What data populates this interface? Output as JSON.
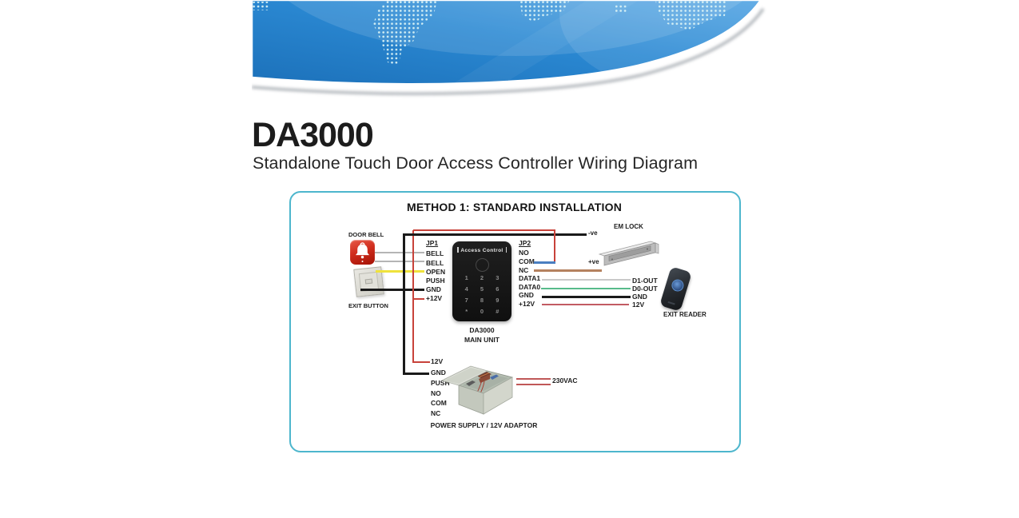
{
  "page": {
    "title": "DA3000",
    "subtitle": "Standalone Touch Door Access Controller Wiring Diagram"
  },
  "diagram": {
    "heading": "METHOD 1: STANDARD INSTALLATION",
    "door_bell_label": "DOOR BELL",
    "exit_button_label": "EXIT BUTTON",
    "jp1": {
      "label": "JP1",
      "pins": [
        "BELL",
        "BELL",
        "OPEN",
        "PUSH",
        "GND",
        "+12V"
      ]
    },
    "jp2": {
      "label": "JP2",
      "pins": [
        "NO",
        "COM",
        "NC",
        "DATA1",
        "DATA0",
        "GND",
        "+12V"
      ]
    },
    "main_unit": {
      "screen_text": "Access Control",
      "keys": [
        "1",
        "2",
        "3",
        "4",
        "5",
        "6",
        "7",
        "8",
        "9",
        "*",
        "0",
        "#"
      ],
      "name": "DA3000",
      "caption": "MAIN UNIT"
    },
    "em_lock": {
      "label": "EM LOCK",
      "negative": "-ve",
      "positive": "+ve"
    },
    "exit_reader": {
      "label": "EXIT READER",
      "pins": [
        "D1-OUT",
        "D0-OUT",
        "GND",
        "12V"
      ]
    },
    "power_supply": {
      "caption": "POWER SUPPLY / 12V ADAPTOR",
      "pins": [
        "12V",
        "GND",
        "PUSH",
        "NO",
        "COM",
        "NC"
      ],
      "mains_label": "230VAC"
    }
  },
  "colors": {
    "header_blue": "#2180cd",
    "box_border": "#4db6cd",
    "wire_red": "#c8423a",
    "wire_black": "#1a1a1a",
    "wire_gray": "#b5b5b5",
    "wire_yellow": "#efe23c",
    "wire_blue": "#4a7fc1",
    "wire_tan": "#b5825f",
    "wire_green": "#57bb8a",
    "wire_lightgray": "#c9c9c9",
    "wire_crimson": "#c25b63",
    "doorbell_red": "#cc2318"
  }
}
